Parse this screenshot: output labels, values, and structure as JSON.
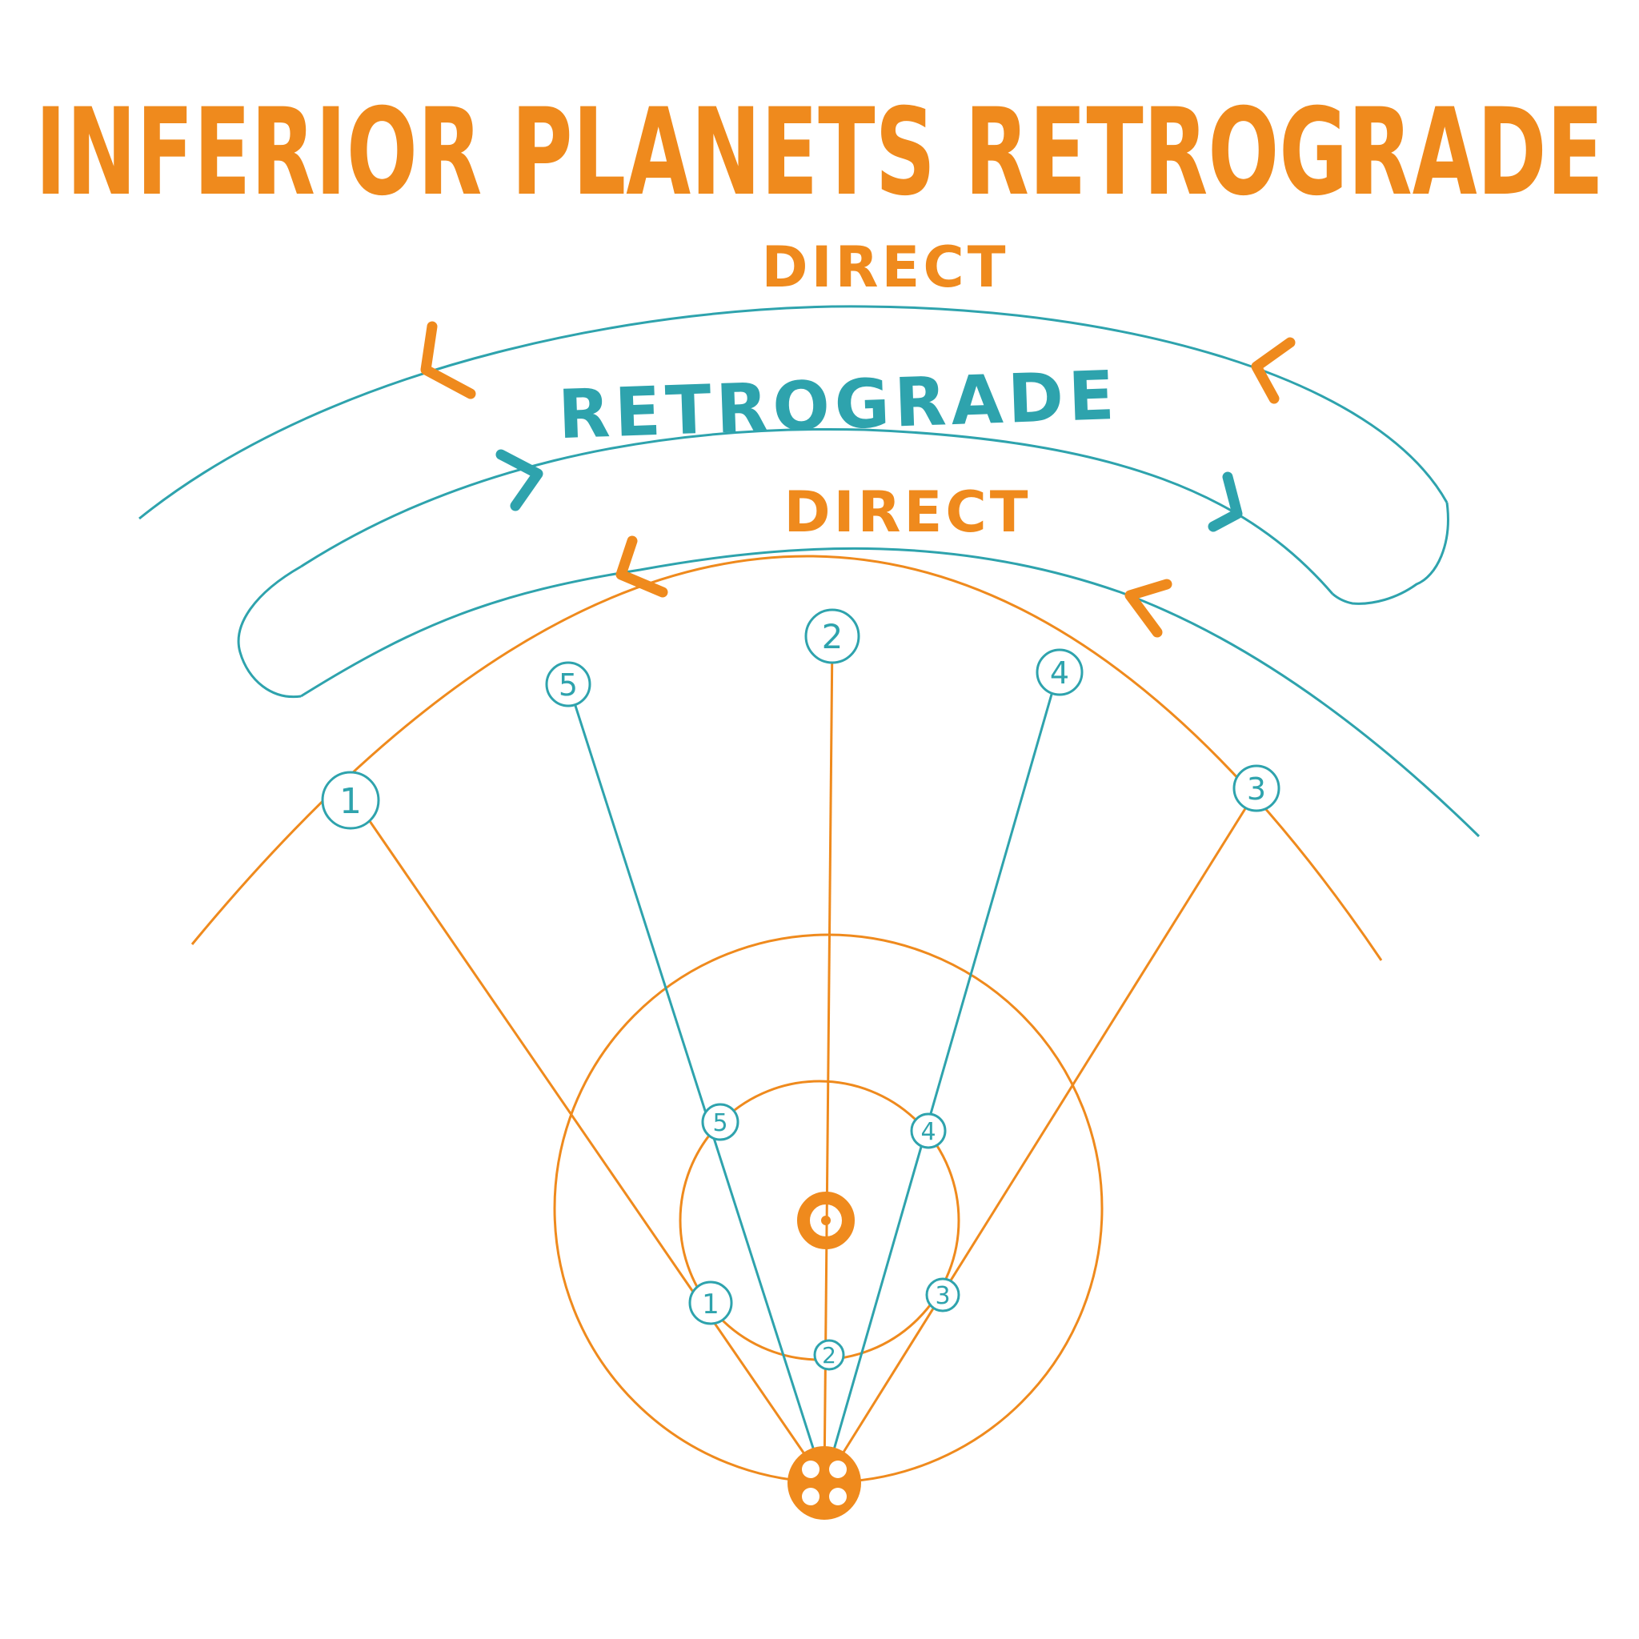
{
  "title": "INFERIOR PLANETS RETROGRADE",
  "labels": {
    "direct_outer": "DIRECT",
    "retrograde": "RETROGRADE",
    "direct_inner": "DIRECT"
  },
  "sky_markers": [
    "1",
    "5",
    "2",
    "4",
    "3"
  ],
  "orbit_markers": [
    "5",
    "4",
    "1",
    "3",
    "2"
  ],
  "symbols": {
    "sun": "sun-symbol",
    "earth": "earth-symbol"
  },
  "colors": {
    "orange": "#ef8a1d",
    "teal": "#2ea3ad",
    "background": "#ffffff"
  }
}
